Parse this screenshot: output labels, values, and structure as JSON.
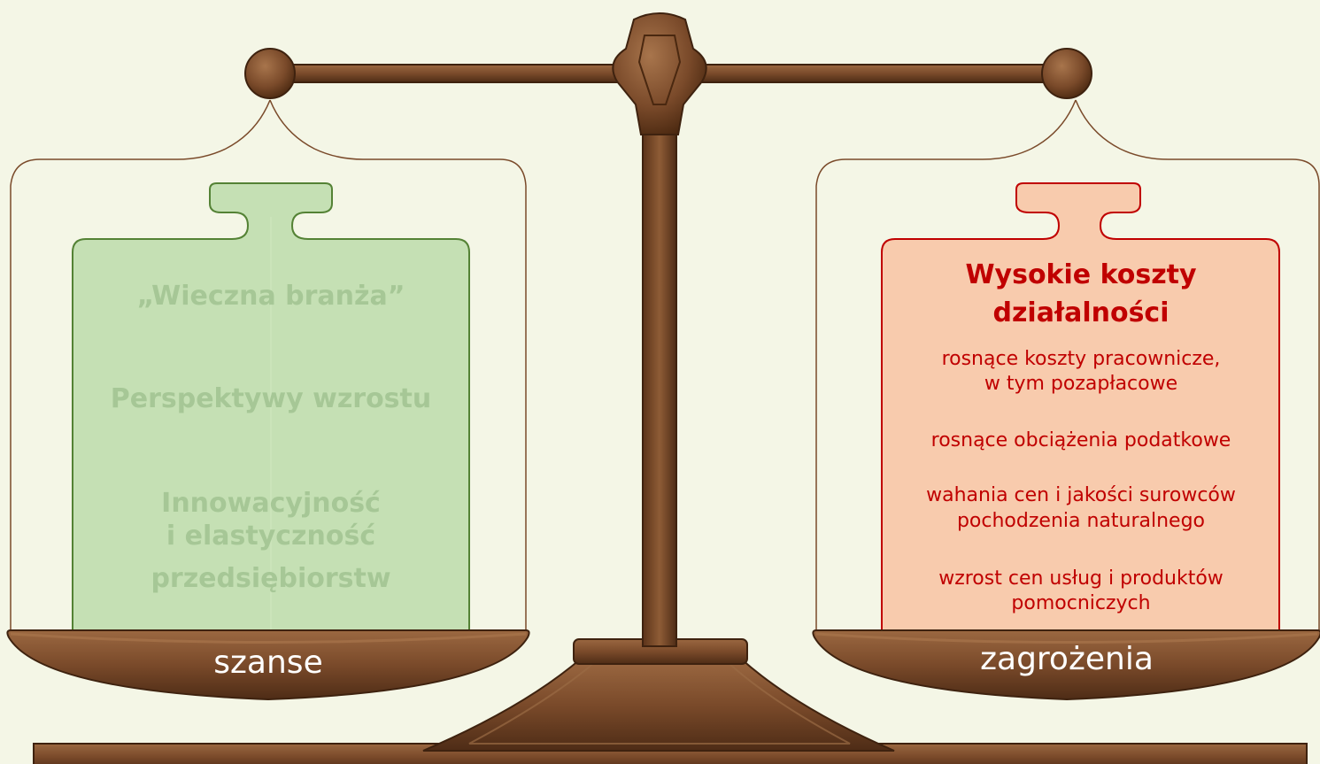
{
  "left_pan": {
    "label": "szanse",
    "items": [
      "„Wieczna branża”",
      "Perspektywy wzrostu",
      "Innowacyjność",
      "i elastyczność",
      "przedsiębiorstw"
    ]
  },
  "right_pan": {
    "label": "zagrożenia",
    "title_line1": "Wysokie koszty",
    "title_line2": "działalności",
    "items": [
      "rosnące koszty pracownicze,",
      "w tym pozapłacowe",
      "rosnące obciążenia podatkowe",
      "wahania cen i jakości surowców",
      "pochodzenia naturalnego",
      "wzrost cen usług i produktów",
      "pomocniczych"
    ]
  },
  "colors": {
    "background": "#f4f6e6",
    "wood": "#7a4a2a",
    "left_weight": "#c5e0b4",
    "right_weight": "#f8cbad",
    "right_text": "#c00000",
    "left_text": "#a6c796"
  }
}
